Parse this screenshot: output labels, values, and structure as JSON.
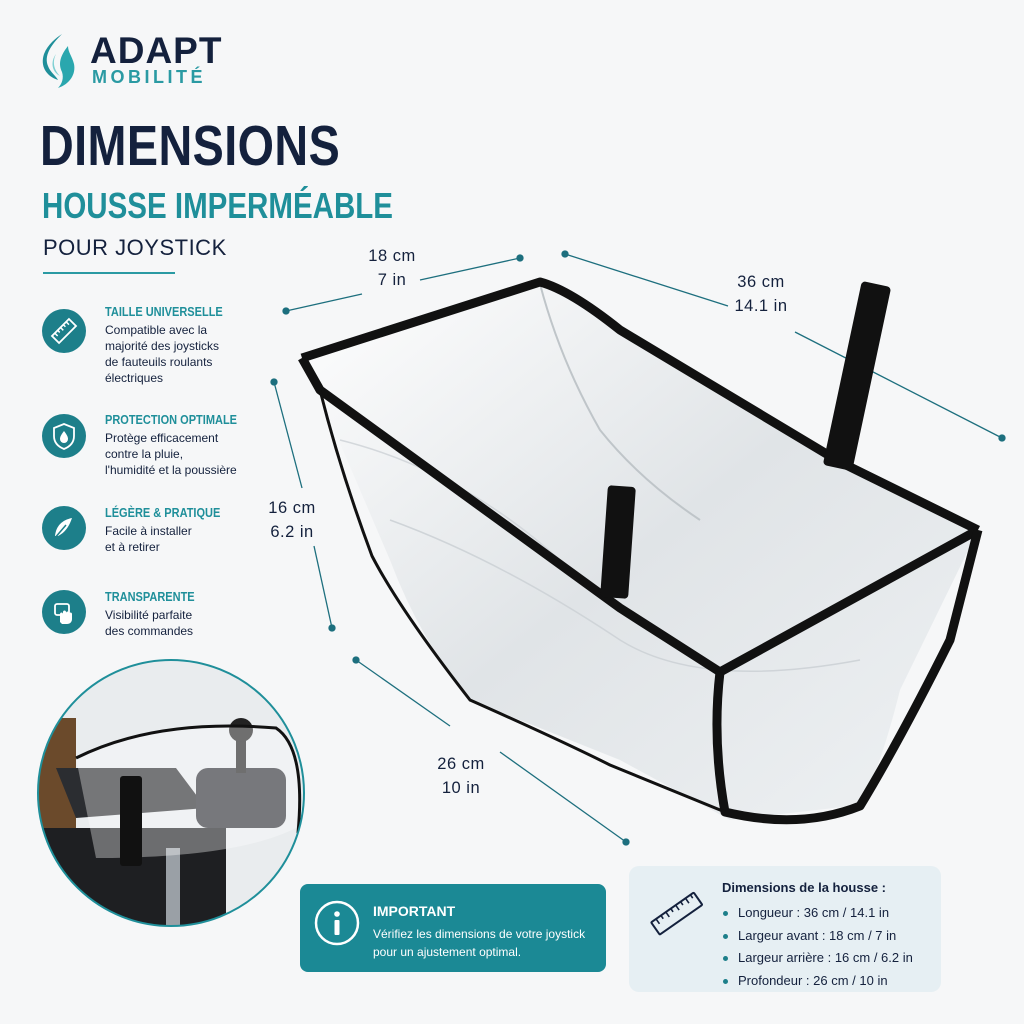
{
  "brand": {
    "name": "ADAPT",
    "sub": "MOBILITÉ"
  },
  "title": "DIMENSIONS",
  "subtitle": "HOUSSE IMPERMÉABLE",
  "tagline": "POUR JOYSTICK",
  "features": [
    {
      "icon": "ruler-icon",
      "title": "TAILLE UNIVERSELLE",
      "lines": [
        "Compatible avec la",
        "majorité des joysticks",
        "de fauteuils roulants",
        "électriques"
      ]
    },
    {
      "icon": "shield-drop-icon",
      "title": "PROTECTION OPTIMALE",
      "lines": [
        "Protège efficacement",
        "contre la pluie,",
        "l'humidité et la poussière"
      ]
    },
    {
      "icon": "feather-icon",
      "title": "LÉGÈRE & PRATIQUE",
      "lines": [
        "Facile à installer",
        "et à retirer"
      ]
    },
    {
      "icon": "hand-wipe-icon",
      "title": "TRANSPARENTE",
      "lines": [
        "Visibilité parfaite",
        "des commandes"
      ]
    }
  ],
  "dimensions": {
    "front_width": {
      "cm": "18 cm",
      "in": "7 in"
    },
    "length": {
      "cm": "36 cm",
      "in": "14.1 in"
    },
    "back_width": {
      "cm": "16 cm",
      "in": "6.2 in"
    },
    "depth": {
      "cm": "26 cm",
      "in": "10 in"
    }
  },
  "important": {
    "title": "IMPORTANT",
    "text": "Vérifiez les dimensions de votre joystick pour un ajustement optimal."
  },
  "summary": {
    "title": "Dimensions de la housse :",
    "items": [
      "Longueur : 36 cm / 14.1 in",
      "Largeur avant : 18 cm / 7 in",
      "Largeur arrière : 16 cm / 6.2 in",
      "Profondeur : 26 cm / 10 in"
    ]
  },
  "colors": {
    "navy": "#14213d",
    "teal": "#1f8f9a",
    "teal_dark": "#1b8995",
    "card": "#e6eff3"
  }
}
